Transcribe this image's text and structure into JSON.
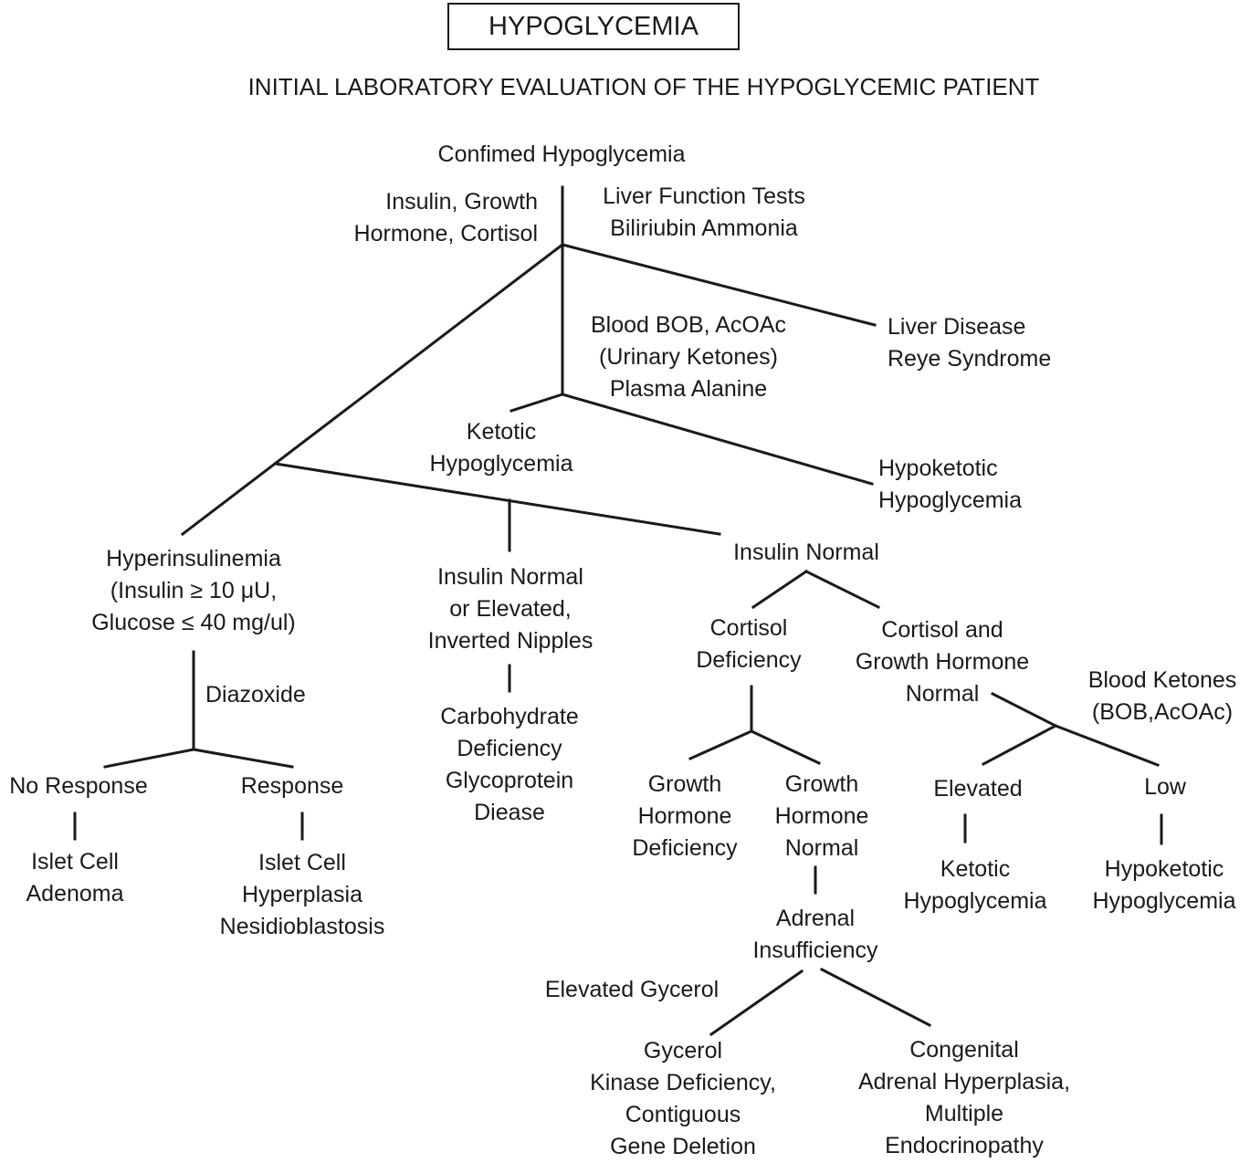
{
  "title": "HYPOGLYCEMIA",
  "subtitle": "INITIAL LABORATORY EVALUATION OF THE HYPOGLYCEMIC PATIENT",
  "nodes": {
    "confirmed": "Confimed Hypoglycemia",
    "tests_left": "Insulin, Growth\nHormone, Cortisol",
    "tests_right": "Liver Function Tests\nBiliriubin Ammonia",
    "liver": "Liver Disease\nReye Syndrome",
    "ketone_tests": "Blood BOB, AcOAc\n(Urinary Ketones)\nPlasma Alanine",
    "ketotic_top": "Ketotic\nHypoglycemia",
    "hypoketotic_top": "Hypoketotic\nHypoglycemia",
    "hyperinsulinemia": "Hyperinsulinemia\n(Insulin ≥ 10 μU,\nGlucose ≤ 40 mg/ul)",
    "diazoxide": "Diazoxide",
    "no_response": "No Response",
    "response": "Response",
    "islet_adenoma": "Islet Cell\nAdenoma",
    "islet_hyperplasia": "Islet Cell\nHyperplasia\nNesidioblastosis",
    "insulin_normal_elevated": "Insulin Normal\nor Elevated,\nInverted Nipples",
    "cdg": "Carbohydrate\nDeficiency\nGlycoprotein\nDiease",
    "insulin_normal": "Insulin Normal",
    "cortisol_deficiency": "Cortisol\nDeficiency",
    "cortisol_gh_normal": "Cortisol and\nGrowth Hormone\nNormal",
    "blood_ketones": "Blood Ketones\n(BOB,AcOAc)",
    "gh_deficiency": "Growth\nHormone\nDeficiency",
    "gh_normal": "Growth\nHormone\nNormal",
    "elevated": "Elevated",
    "low": "Low",
    "ketotic_bottom": "Ketotic\nHypoglycemia",
    "hypoketotic_bottom": "Hypoketotic\nHypoglycemia",
    "adrenal": "Adrenal\nInsufficiency",
    "elevated_glycerol": "Elevated Gycerol",
    "glycerol_kinase": "Gycerol\nKinase Deficiency,\nContiguous\nGene Deletion",
    "cah": "Congenital\nAdrenal Hyperplasia,\nMultiple\nEndocrinopathy"
  }
}
